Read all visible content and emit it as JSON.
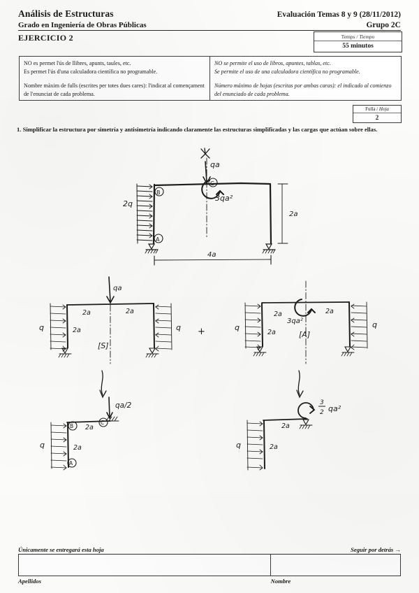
{
  "header": {
    "course_title": "Análisis de Estructuras",
    "degree": "Grado en Ingeniería de Obras Públicas",
    "evaluation": "Evaluación Temas 8 y 9 (28/11/2012)",
    "group": "Grupo 2C",
    "exercise": "EJERCICIO 2",
    "time_box": {
      "label_ca": "Temps",
      "separator": "/",
      "label_es": "Tiempo",
      "value": "55 minutos"
    },
    "sheet_box": {
      "label_ca": "Fulla",
      "separator": "/",
      "label_es": "Hoja",
      "value": "2"
    }
  },
  "rules": {
    "catalan": [
      "NO es permet l'ús de llibres, apunts, taules, etc.",
      "Es permet l'ús d'una calculadora científica no programable.",
      "Nombre màxim de fulls (escrites per totes dues cares): l'indicat al començament de l'enunciat de cada problema."
    ],
    "spanish": [
      "NO se permite el uso de libros, apuntes, tablas, etc.",
      "Se permite el uso de una calculadora científica no programable.",
      "Número máximo de hojas (escritas por ambas caras): el indicado al comienzo del enunciado de cada problema."
    ]
  },
  "statement": {
    "number": "1.",
    "text": "Simplificar la estructura por simetría y antisimetría indicando claramente las estructuras simplificadas y las cargas que actúan sobre ellas."
  },
  "diagrams": {
    "original": {
      "name": "original-frame",
      "node_a": "A",
      "node_b": "B",
      "node_c": "C",
      "point_load": "qa",
      "moment": "3qa²",
      "distributed_load": "2q",
      "height_dim": "2a",
      "span_dim": "4a"
    },
    "symmetric": {
      "name": "symmetric-case",
      "case_label": "[S]",
      "point_load": "qa",
      "left_load": "q",
      "right_load": "q",
      "left_span": "2a",
      "right_span": "2a",
      "height": "2a",
      "operator": "+"
    },
    "antisymmetric": {
      "name": "antisymmetric-case",
      "case_label": "[A]",
      "moment": "3qa²",
      "left_load": "q",
      "right_load": "q",
      "left_span": "2a",
      "right_span": "2a",
      "height": "2a"
    },
    "symmetric_half": {
      "name": "symmetric-half-structure",
      "node_a": "A",
      "node_b": "B",
      "node_c": "C",
      "point_load": "qa/2",
      "distributed_load": "q",
      "span": "2a",
      "height": "2a"
    },
    "antisymmetric_half": {
      "name": "antisymmetric-half-structure",
      "moment_numer": "3",
      "moment_denom": "2",
      "moment_rest": "qa²",
      "distributed_load": "q",
      "span": "2a",
      "height": "2a"
    }
  },
  "footer": {
    "note_left": "Únicamente se entregará esta hoja",
    "note_right": "Seguir por detrás →",
    "label_surname": "Apellidos",
    "label_name": "Nombre"
  }
}
